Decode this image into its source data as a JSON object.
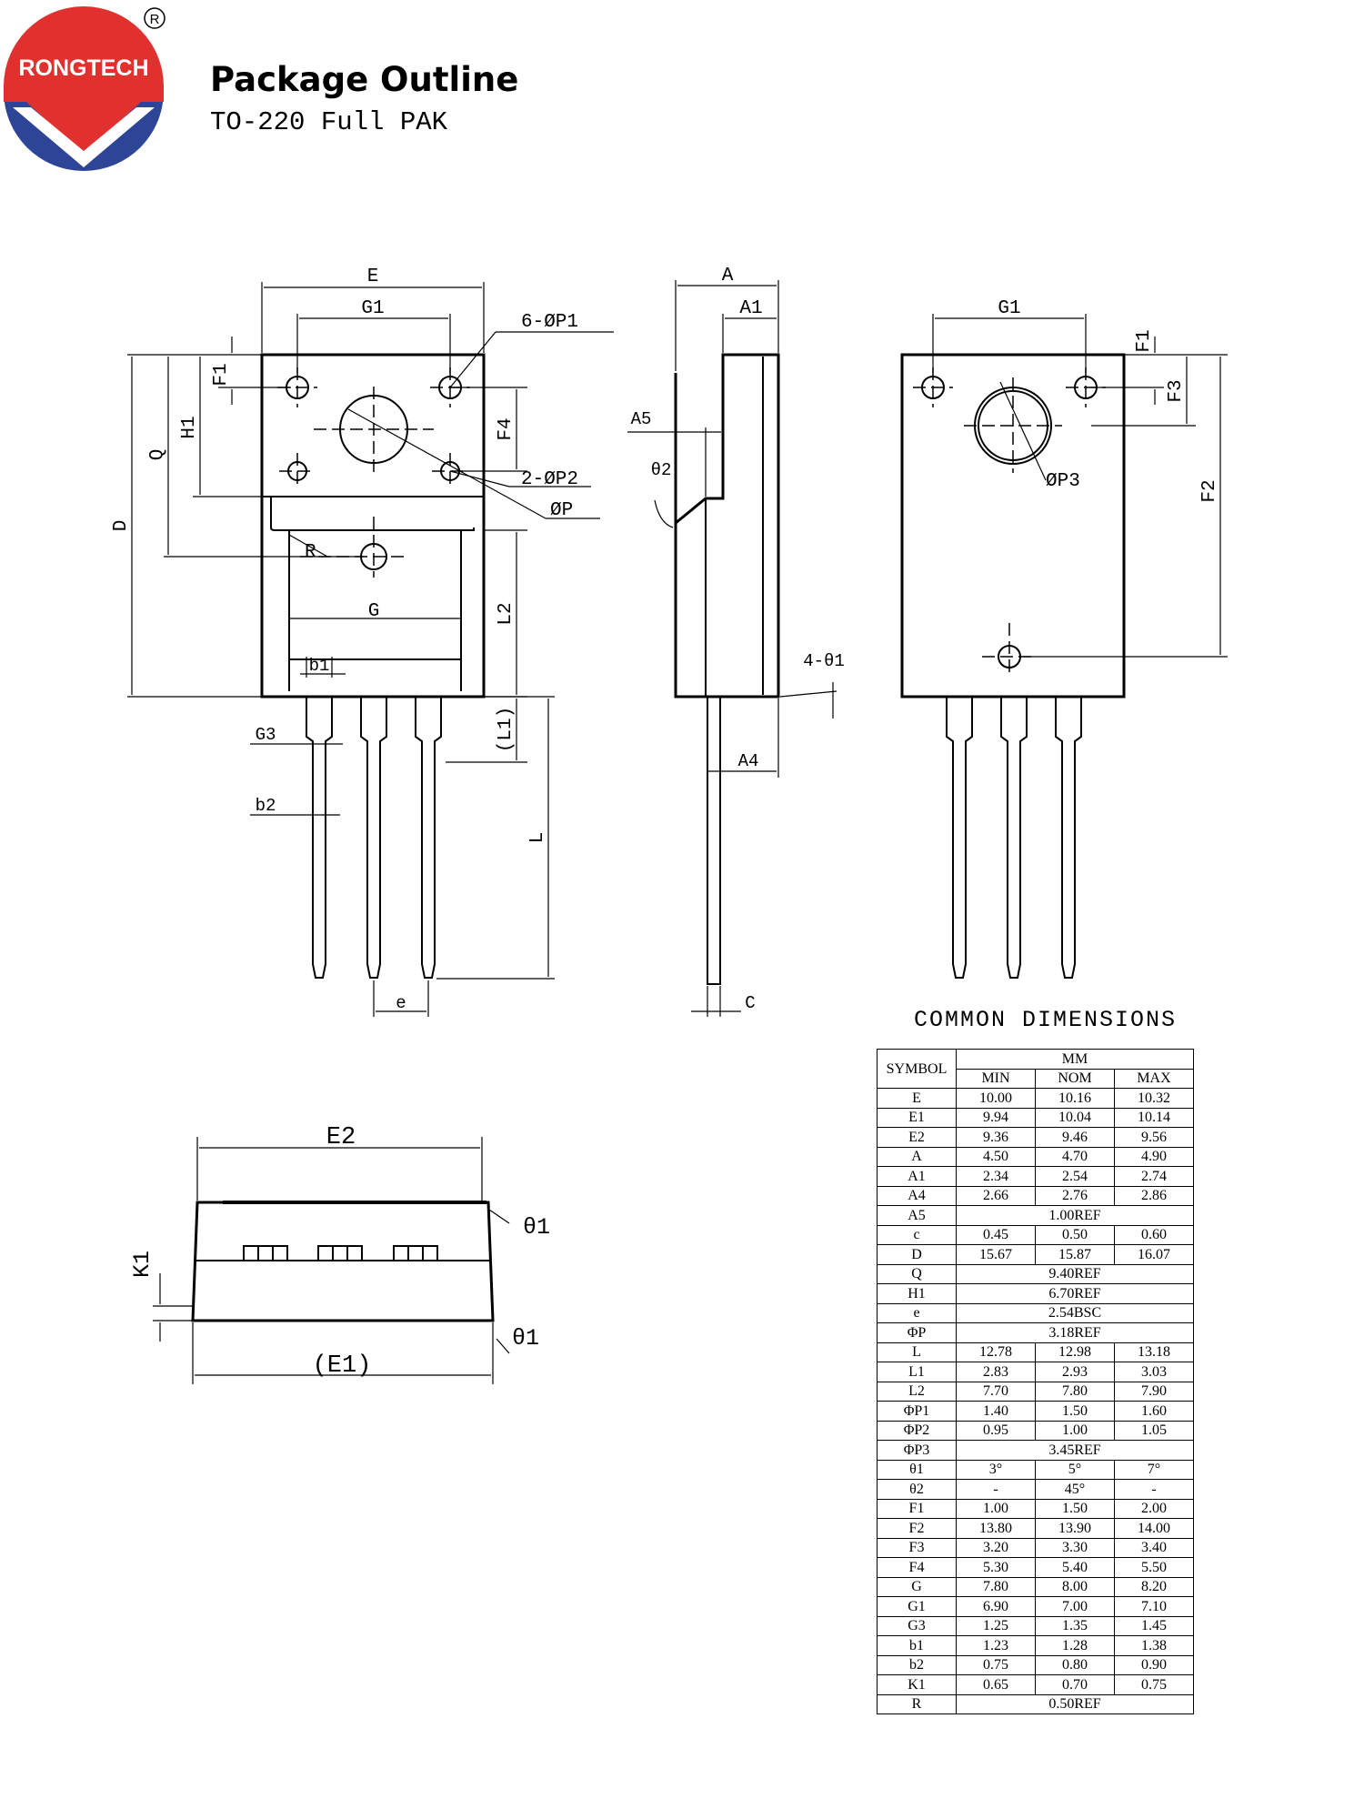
{
  "header": {
    "brand": "RONGTECH",
    "title": "Package Outline",
    "subtitle": "TO-220 Full PAK"
  },
  "colors": {
    "logo_red": "#e0312e",
    "logo_blue": "#2e4496"
  },
  "drawing_labels": {
    "E": "E",
    "G1": "G1",
    "P1": "6-ØP1",
    "P2": "2-ØP2",
    "P": "ØP",
    "F1": "F1",
    "F3": "F3",
    "F4": "F4",
    "F2": "F2",
    "H1": "H1",
    "Q": "Q",
    "D": "D",
    "R": "R",
    "G": "G",
    "L2": "L2",
    "L1": "(L1)",
    "L": "L",
    "b1": "b1",
    "G3": "G3",
    "b2": "b2",
    "e": "e",
    "A": "A",
    "A1": "A1",
    "A5": "A5",
    "t2": "θ2",
    "t1_4": "4-θ1",
    "A4": "A4",
    "C": "C",
    "P3": "ØP3",
    "E2": "E2",
    "E1": "(E1)",
    "K1": "K1",
    "t1": "θ1"
  },
  "dimensions": {
    "title": "COMMON DIMENSIONS",
    "header": {
      "symbol": "SYMBOL",
      "unit": "MM",
      "min": "MIN",
      "nom": "NOM",
      "max": "MAX"
    },
    "rows": [
      {
        "symbol": "E",
        "min": "10.00",
        "nom": "10.16",
        "max": "10.32"
      },
      {
        "symbol": "E1",
        "min": "9.94",
        "nom": "10.04",
        "max": "10.14"
      },
      {
        "symbol": "E2",
        "min": "9.36",
        "nom": "9.46",
        "max": "9.56"
      },
      {
        "symbol": "A",
        "min": "4.50",
        "nom": "4.70",
        "max": "4.90"
      },
      {
        "symbol": "A1",
        "min": "2.34",
        "nom": "2.54",
        "max": "2.74"
      },
      {
        "symbol": "A4",
        "min": "2.66",
        "nom": "2.76",
        "max": "2.86"
      },
      {
        "symbol": "A5",
        "ref": "1.00REF"
      },
      {
        "symbol": "c",
        "min": "0.45",
        "nom": "0.50",
        "max": "0.60"
      },
      {
        "symbol": "D",
        "min": "15.67",
        "nom": "15.87",
        "max": "16.07"
      },
      {
        "symbol": "Q",
        "ref": "9.40REF"
      },
      {
        "symbol": "H1",
        "ref": "6.70REF"
      },
      {
        "symbol": "e",
        "ref": "2.54BSC"
      },
      {
        "symbol": "ΦP",
        "ref": "3.18REF"
      },
      {
        "symbol": "L",
        "min": "12.78",
        "nom": "12.98",
        "max": "13.18"
      },
      {
        "symbol": "L1",
        "min": "2.83",
        "nom": "2.93",
        "max": "3.03"
      },
      {
        "symbol": "L2",
        "min": "7.70",
        "nom": "7.80",
        "max": "7.90"
      },
      {
        "symbol": "ΦP1",
        "min": "1.40",
        "nom": "1.50",
        "max": "1.60"
      },
      {
        "symbol": "ΦP2",
        "min": "0.95",
        "nom": "1.00",
        "max": "1.05"
      },
      {
        "symbol": "ΦP3",
        "ref": "3.45REF"
      },
      {
        "symbol": "θ1",
        "min": "3°",
        "nom": "5°",
        "max": "7°"
      },
      {
        "symbol": "θ2",
        "min": "-",
        "nom": "45°",
        "max": "-"
      },
      {
        "symbol": "F1",
        "min": "1.00",
        "nom": "1.50",
        "max": "2.00"
      },
      {
        "symbol": "F2",
        "min": "13.80",
        "nom": "13.90",
        "max": "14.00"
      },
      {
        "symbol": "F3",
        "min": "3.20",
        "nom": "3.30",
        "max": "3.40"
      },
      {
        "symbol": "F4",
        "min": "5.30",
        "nom": "5.40",
        "max": "5.50"
      },
      {
        "symbol": "G",
        "min": "7.80",
        "nom": "8.00",
        "max": "8.20"
      },
      {
        "symbol": "G1",
        "min": "6.90",
        "nom": "7.00",
        "max": "7.10"
      },
      {
        "symbol": "G3",
        "min": "1.25",
        "nom": "1.35",
        "max": "1.45"
      },
      {
        "symbol": "b1",
        "min": "1.23",
        "nom": "1.28",
        "max": "1.38"
      },
      {
        "symbol": "b2",
        "min": "0.75",
        "nom": "0.80",
        "max": "0.90"
      },
      {
        "symbol": "K1",
        "min": "0.65",
        "nom": "0.70",
        "max": "0.75"
      },
      {
        "symbol": "R",
        "ref": "0.50REF"
      }
    ]
  }
}
